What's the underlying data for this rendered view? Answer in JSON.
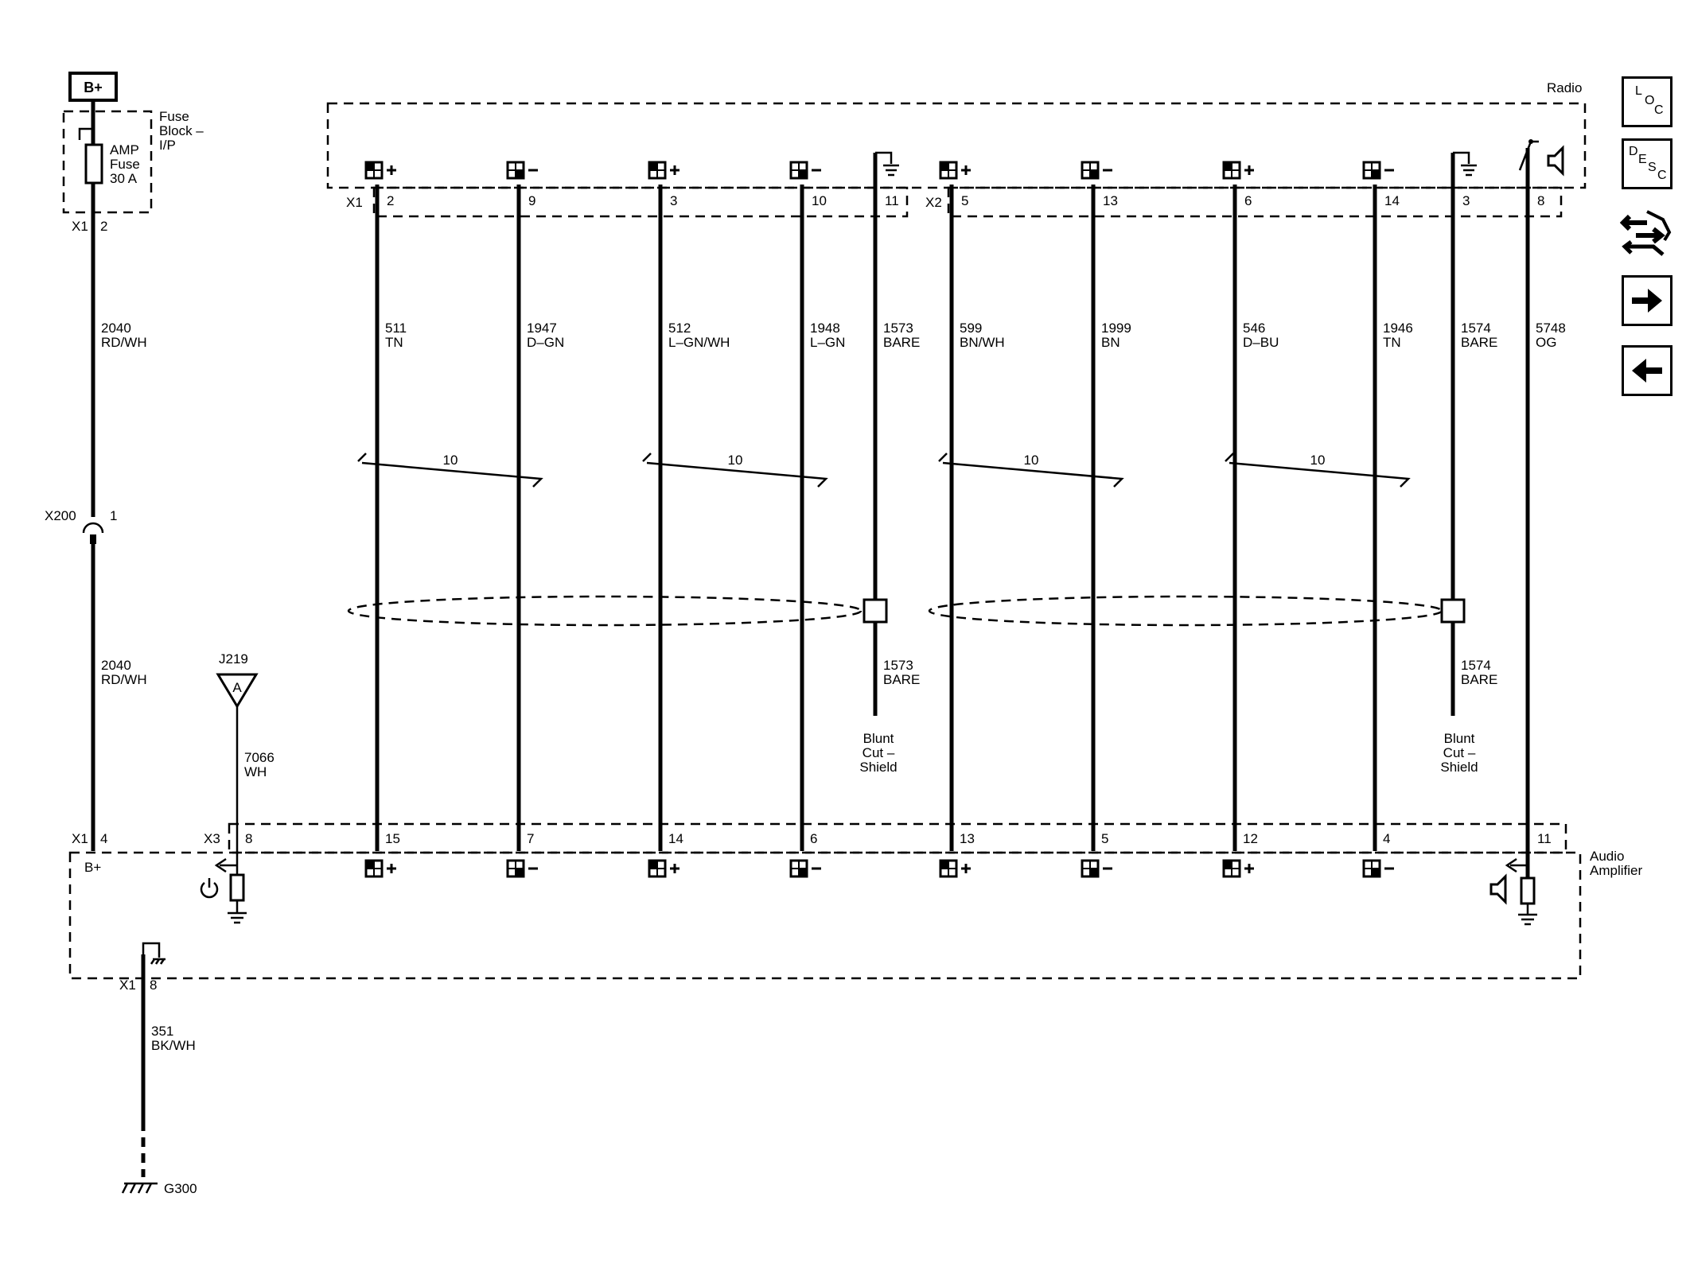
{
  "bplus_box": "B+",
  "fuse_block": {
    "line1": "Fuse",
    "line2": "Block –",
    "line3": "I/P"
  },
  "fuse": {
    "line1": "AMP",
    "line2": "Fuse",
    "line3": "30 A"
  },
  "radio_label": "Radio",
  "amp_label": {
    "line1": "Audio",
    "line2": "Amplifier"
  },
  "power": {
    "x1_conn": "X1",
    "x1_pin": "2",
    "wire_upper": {
      "num": "2040",
      "color": "RD/WH"
    },
    "x200": "X200",
    "x200_pin": "1",
    "wire_lower": {
      "num": "2040",
      "color": "RD/WH"
    },
    "amp_conn": "X1",
    "amp_pin": "4",
    "amp_bplus": "B+"
  },
  "j219": {
    "label": "J219",
    "letter": "A",
    "wire_num": "7066",
    "wire_color": "WH",
    "conn": "X3",
    "pin": "8"
  },
  "ground": {
    "conn": "X1",
    "pin": "8",
    "wire_num": "351",
    "wire_color": "BK/WH",
    "label": "G300"
  },
  "radio_x1": "X1",
  "radio_x2": "X2",
  "circuits": [
    {
      "top_pin": "2",
      "wire": "511",
      "color": "TN",
      "bot_pin": "15"
    },
    {
      "top_pin": "9",
      "wire": "1947",
      "color": "D–GN",
      "bot_pin": "7"
    },
    {
      "top_pin": "3",
      "wire": "512",
      "color": "L–GN/WH",
      "bot_pin": "14"
    },
    {
      "top_pin": "10",
      "wire": "1948",
      "color": "L–GN",
      "bot_pin": "6"
    },
    {
      "top_pin": "11",
      "wire": "1573",
      "color": "BARE",
      "shield_wire": "1573",
      "shield_color": "BARE"
    },
    {
      "top_pin": "5",
      "wire": "599",
      "color": "BN/WH",
      "bot_pin": "13"
    },
    {
      "top_pin": "13",
      "wire": "1999",
      "color": "BN",
      "bot_pin": "5"
    },
    {
      "top_pin": "6",
      "wire": "546",
      "color": "D–BU",
      "bot_pin": "12"
    },
    {
      "top_pin": "14",
      "wire": "1946",
      "color": "TN",
      "bot_pin": "4"
    },
    {
      "top_pin": "3",
      "wire": "1574",
      "color": "BARE",
      "shield_wire": "1574",
      "shield_color": "BARE"
    },
    {
      "top_pin": "8",
      "wire": "5748",
      "color": "OG",
      "bot_pin": "11"
    }
  ],
  "twist_labels": [
    "10",
    "10",
    "10",
    "10"
  ],
  "blunt_cut": {
    "line1": "Blunt",
    "line2": "Cut –",
    "line3": "Shield"
  },
  "nav_icons": [
    "loc-icon",
    "desc-icon",
    "connector-tools-icon",
    "next-arrow-icon",
    "prev-arrow-icon"
  ],
  "nav_loc": {
    "a": "L",
    "b": "O",
    "c": "C"
  },
  "nav_desc": {
    "a": "D",
    "b": "E",
    "c": "S",
    "d": "C"
  }
}
